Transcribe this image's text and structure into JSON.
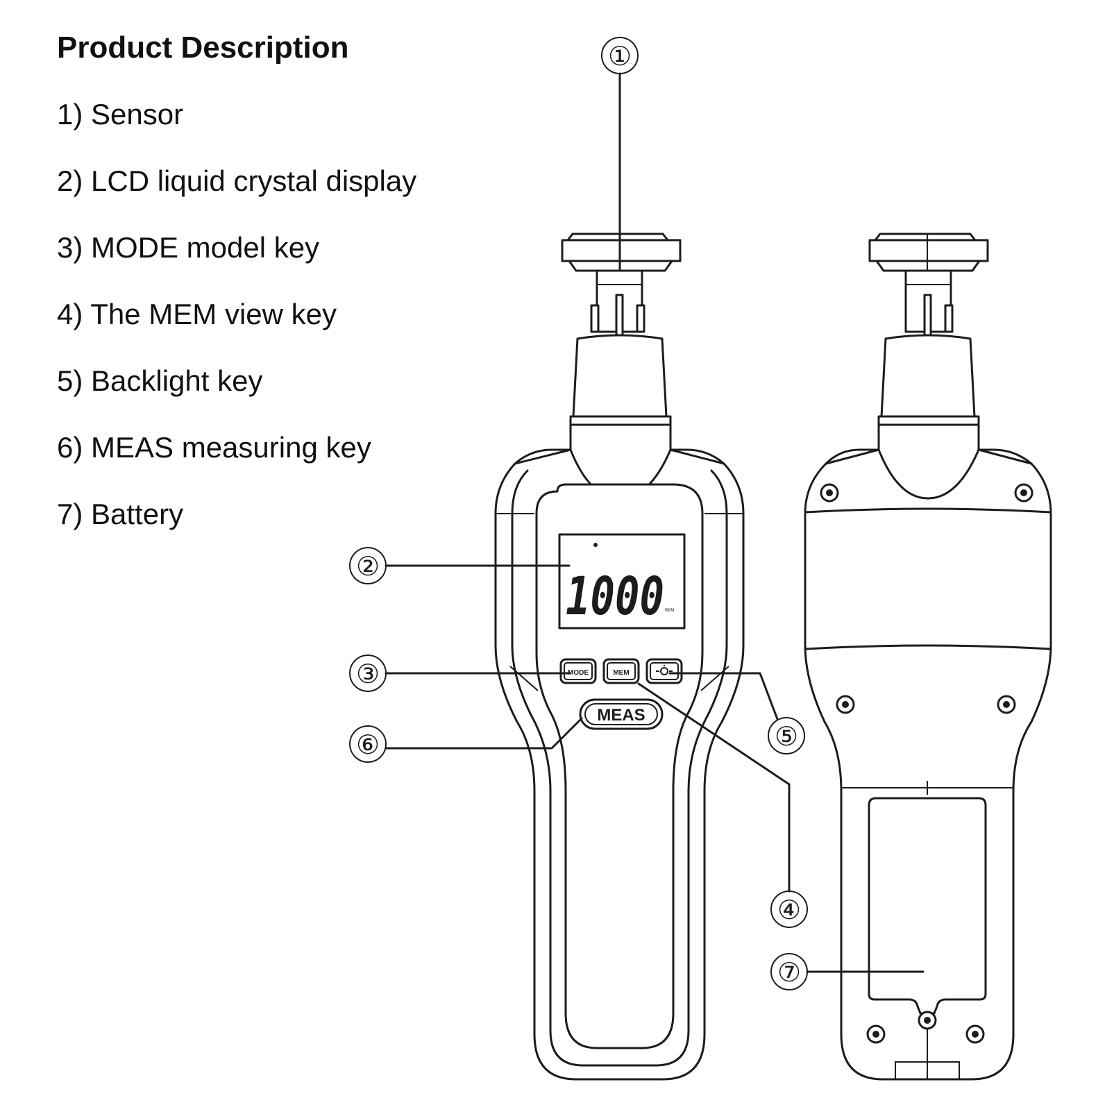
{
  "title": "Product Description",
  "items": [
    {
      "label": "1) Sensor"
    },
    {
      "label": "2) LCD liquid crystal display"
    },
    {
      "label": "3) MODE model key"
    },
    {
      "label": "4) The MEM view key"
    },
    {
      "label": "5) Backlight key"
    },
    {
      "label": "6) MEAS measuring key"
    },
    {
      "label": "7) Battery"
    }
  ],
  "callouts": [
    "①",
    "②",
    "③",
    "④",
    "⑤",
    "⑥",
    "⑦"
  ],
  "device": {
    "lcd_reading": "1000",
    "lcd_unit": "RPM",
    "mode_key": "MODE",
    "mem_key": "MEM",
    "backlight_icon": "backlight-icon",
    "meas_key": "MEAS"
  },
  "line_color": "#1c1c1c"
}
